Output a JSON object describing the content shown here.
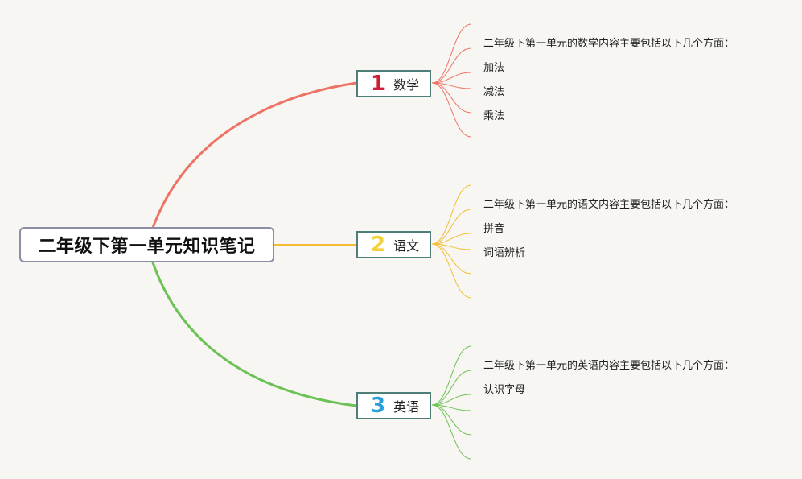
{
  "root": {
    "title": "二年级下第一单元知识笔记"
  },
  "branches": [
    {
      "number": "1",
      "label": "数学",
      "color": "#ee7366",
      "number_color": "#cc1f36",
      "items": [
        "二年级下第一单元的数学内容主要包括以下几个方面：",
        "加法",
        "减法",
        "乘法"
      ]
    },
    {
      "number": "2",
      "label": "语文",
      "color": "#f4bd33",
      "number_color": "#f3d13b",
      "items": [
        "二年级下第一单元的语文内容主要包括以下几个方面：",
        "拼音",
        "词语辨析"
      ]
    },
    {
      "number": "3",
      "label": "英语",
      "color": "#6cc155",
      "number_color": "#2a9ddb",
      "items": [
        "二年级下第一单元的英语内容主要包括以下几个方面：",
        "认识字母"
      ]
    }
  ]
}
